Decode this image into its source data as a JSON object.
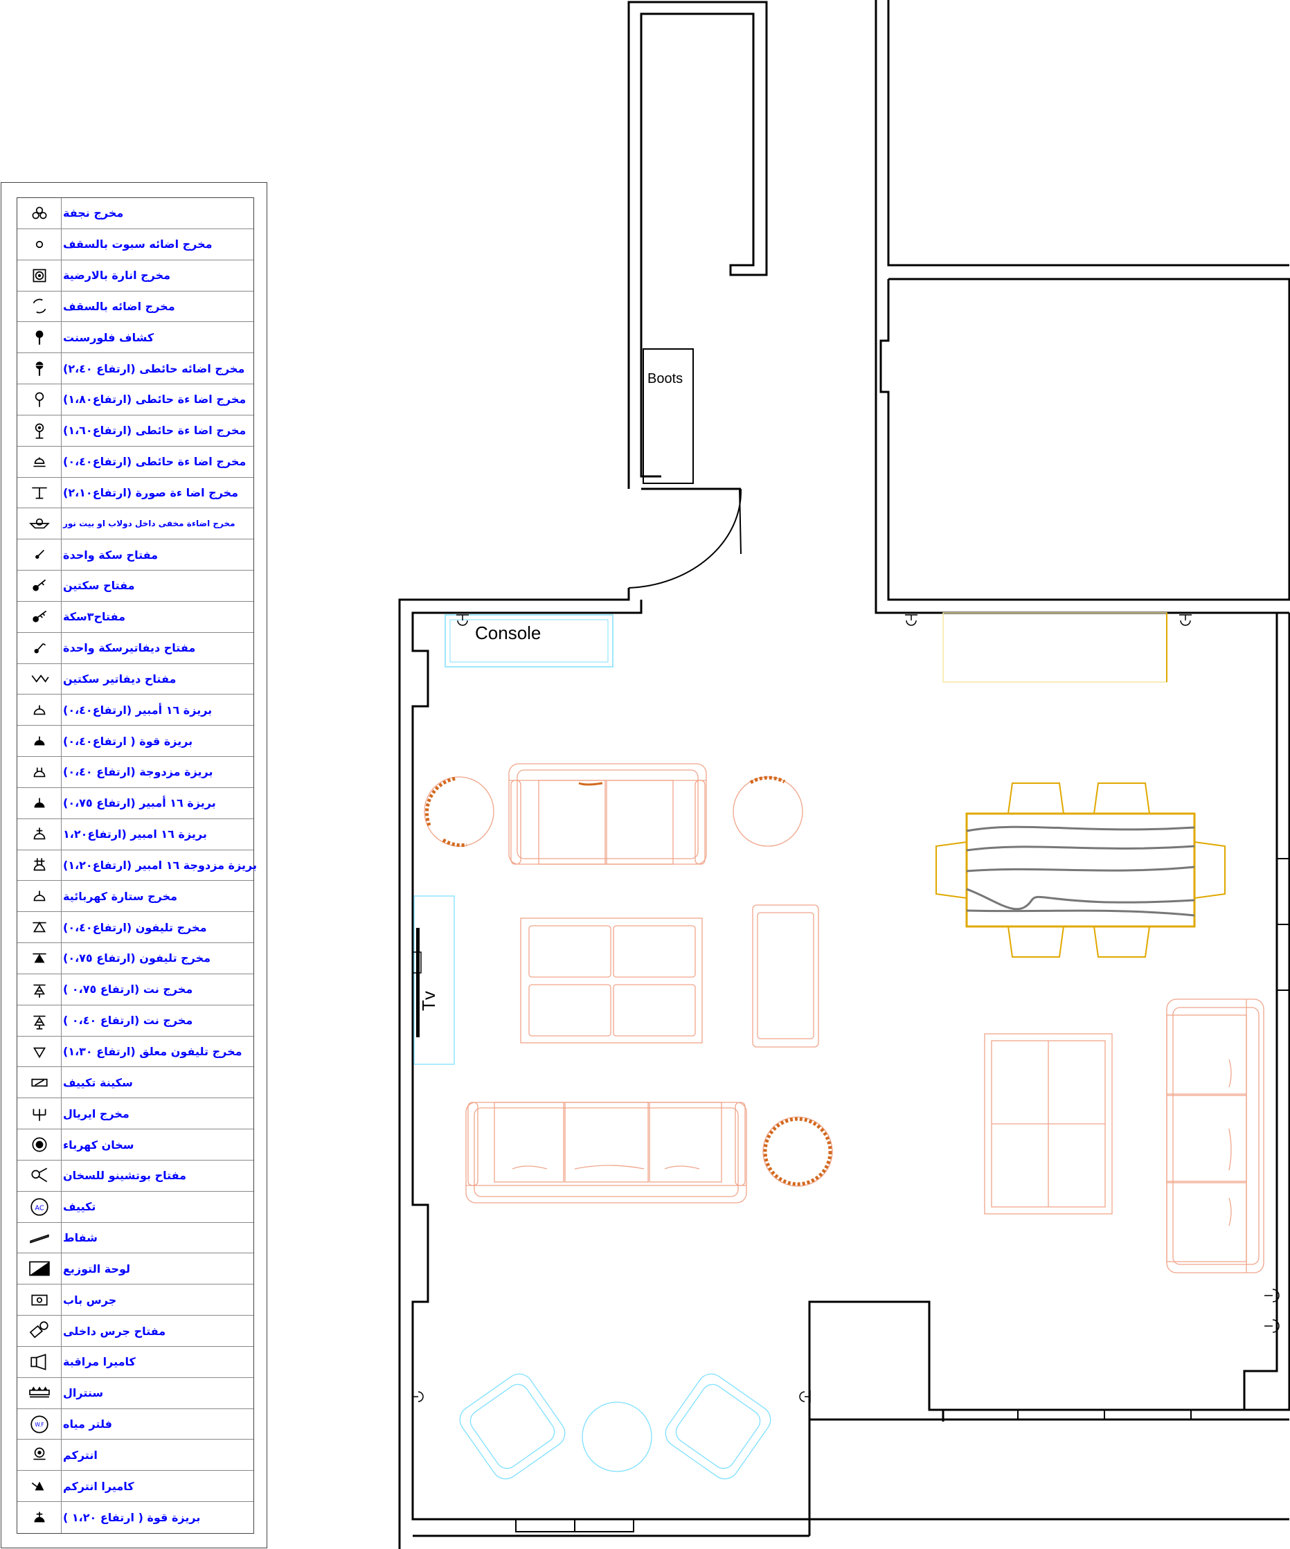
{
  "legend": {
    "items": [
      {
        "icon": "chandelier-outlet-icon",
        "label": "مخرج نجفة"
      },
      {
        "icon": "ceiling-spot-outlet-icon",
        "label": "مخرج اضائه سبوت بالسقف"
      },
      {
        "icon": "floor-light-outlet-icon",
        "label": "مخرج انارة بالارضية"
      },
      {
        "icon": "ceiling-light-outlet-icon",
        "label": "مخرج اضائه بالسقف"
      },
      {
        "icon": "fluorescent-spotlight-icon",
        "label": "كشاف فلورسنت"
      },
      {
        "icon": "wall-light-240-icon",
        "label": "مخرج اضائه حائطى (ارتفاع ٢،٤٠)"
      },
      {
        "icon": "wall-light-180-icon",
        "label": "مخرج اضا ءة حائطى (ارتفاع١،٨٠)"
      },
      {
        "icon": "wall-light-160-icon",
        "label": "مخرج اضا ءة حائطى (ارتفاع١،٦٠)"
      },
      {
        "icon": "wall-light-040-icon",
        "label": "مخرج اضا ءة حائطى (ارتفاع٠،٤٠)"
      },
      {
        "icon": "picture-light-icon",
        "label": "مخرج اضا ءة صورة (ارتفاع٢،١٠)"
      },
      {
        "icon": "hidden-cabinet-light-icon",
        "label": "مخرج اضاءة مخفى داخل دولاب او بيت نور"
      },
      {
        "icon": "switch-one-gang-icon",
        "label": "مفتاح سكة واحدة"
      },
      {
        "icon": "switch-two-gang-icon",
        "label": "مفتاح سكتين"
      },
      {
        "icon": "switch-three-gang-icon",
        "label": "مفتاح٣سكة"
      },
      {
        "icon": "two-way-switch-one-gang-icon",
        "label": "مفتاح ديفاتيرسكة واحدة"
      },
      {
        "icon": "two-way-switch-two-gang-icon",
        "label": "مفتاح ديفاتير سكتين"
      },
      {
        "icon": "socket-16a-040-icon",
        "label": "بريزة ١٦ أمبير (ارتفاع٠،٤٠)"
      },
      {
        "icon": "power-socket-040-icon",
        "label": "بريزة قوة ( ارتفاع٠،٤٠)"
      },
      {
        "icon": "double-socket-040-icon",
        "label": "بريزة مزدوجة (ارتفاع ٠،٤٠)"
      },
      {
        "icon": "socket-16a-075-icon",
        "label": "بريزة ١٦ أمبير (ارتفاع ٠،٧٥)"
      },
      {
        "icon": "socket-16a-120-icon",
        "label": "بريزة ١٦ امبير (ارتفاع١،٢٠"
      },
      {
        "icon": "double-socket-16a-120-icon",
        "label": "بريزة مزدوجة ١٦ امبير (ارتفاع١،٢٠)"
      },
      {
        "icon": "electric-curtain-outlet-icon",
        "label": "مخرج ستارة كهربائية"
      },
      {
        "icon": "phone-outlet-040-icon",
        "label": "مخرج تليفون (ارتفاع٠،٤٠)"
      },
      {
        "icon": "phone-outlet-075-icon",
        "label": "مخرج تليفون (ارتفاع ٠،٧٥)"
      },
      {
        "icon": "net-outlet-075-icon",
        "label": "مخرج نت (ارتفاع ٠،٧٥ )"
      },
      {
        "icon": "net-outlet-040-icon",
        "label": "مخرج نت (ارتفاع ٠،٤٠ )"
      },
      {
        "icon": "hanging-phone-outlet-icon",
        "label": "مخرج تليفون معلق (ارتفاع ١،٣٠)"
      },
      {
        "icon": "ac-knife-switch-icon",
        "label": "سكينة تكييف"
      },
      {
        "icon": "antenna-outlet-icon",
        "label": "مخرج ايريال"
      },
      {
        "icon": "electric-heater-icon",
        "label": "سخان كهرباء"
      },
      {
        "icon": "heater-button-switch-icon",
        "label": "مفتاح بوتشينو للسخان"
      },
      {
        "icon": "ac-icon",
        "label": "تكييف"
      },
      {
        "icon": "exhaust-fan-icon",
        "label": "شفاط"
      },
      {
        "icon": "distribution-board-icon",
        "label": "لوحة التوزيع"
      },
      {
        "icon": "door-bell-icon",
        "label": "جرس باب"
      },
      {
        "icon": "internal-bell-switch-icon",
        "label": "مفتاح جرس داخلى"
      },
      {
        "icon": "surveillance-camera-icon",
        "label": "كاميرا مراقبة"
      },
      {
        "icon": "central-switchboard-icon",
        "label": "سنترال"
      },
      {
        "icon": "water-filter-icon",
        "label": "فلتر مياه"
      },
      {
        "icon": "intercom-icon",
        "label": "انتركم"
      },
      {
        "icon": "intercom-camera-icon",
        "label": "كاميرا انتركم"
      },
      {
        "icon": "power-socket-120-icon",
        "label": "بريزة قوة ( ارتفاع ١،٢٠ )"
      }
    ],
    "ac_glyph": "AC",
    "wf_glyph": "W.F"
  },
  "plan": {
    "labels": {
      "boots": "Boots",
      "console": "Console",
      "tv": "Tv"
    },
    "colors": {
      "wall": "#000000",
      "sofa": "#f0a58a",
      "accent": "#d2691e",
      "dining": "#e0a800",
      "table_grain": "#777777",
      "cyan": "#7fe0ff",
      "legend_text": "#0000ff"
    }
  }
}
